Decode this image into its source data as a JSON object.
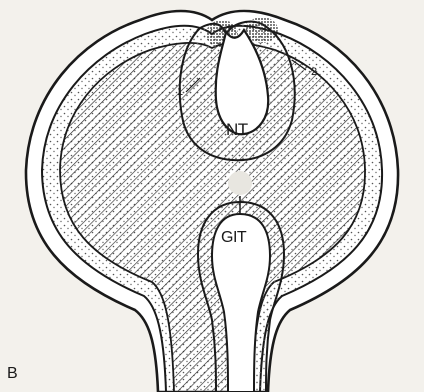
{
  "figure": {
    "panel_label": "B",
    "labels": {
      "neural_tube": "NT",
      "gut": "GIT",
      "marker_left": "1",
      "marker_right": "2"
    }
  }
}
